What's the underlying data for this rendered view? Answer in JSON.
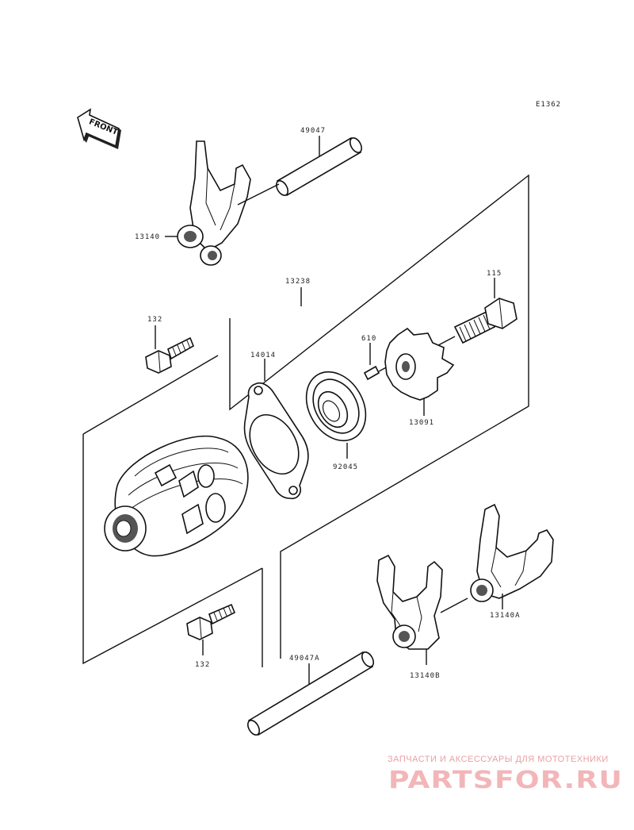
{
  "ref_code": "E1362",
  "front_arrow": {
    "label": "FRONT",
    "icon": "front-arrow-icon"
  },
  "parts": {
    "shaft_top": "49047",
    "fork_top": "13140",
    "drum_assy": "13238",
    "bolt_upper": "132",
    "plate": "14014",
    "pin": "610",
    "bolt_right": "115",
    "star": "13091",
    "bearing": "92045",
    "fork_a": "13140A",
    "bolt_lower": "132",
    "shaft_bottom": "49047A",
    "fork_b": "13140B"
  },
  "watermark": {
    "tagline": "ЗАПЧАСТИ И АКСЕССУАРЫ ДЛЯ МОТОТЕХНИКИ",
    "logo": "PARTSFOR.RU"
  }
}
